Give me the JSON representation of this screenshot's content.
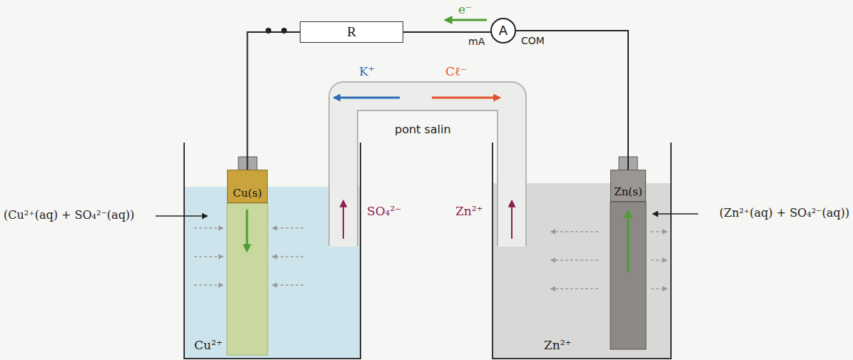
{
  "diagram": {
    "nodes": [
      {
        "text": [
          "R"
        ]
      },
      {
        "text": [
          "A"
        ]
      },
      {
        "text": [
          "Cu(s)"
        ]
      },
      {
        "text": [
          "Zn(s)"
        ]
      }
    ],
    "edges": [
      {
        "from": 2,
        "to": 0,
        "arrow": "none"
      },
      {
        "from": 0,
        "to": 1,
        "arrow": "none"
      },
      {
        "from": 1,
        "to": 3,
        "arrow": "none"
      }
    ],
    "labels": [
      "e⁻",
      "mA",
      "COM",
      "K⁺",
      "Cℓ⁻",
      "pont salin",
      "(Cu²⁺(aq) + SO₄²⁻(aq))",
      "SO₄²⁻",
      "Zn²⁺",
      "(Zn²⁺(aq) + SO₄²⁻(aq))",
      "Cu²⁺",
      "Zn²⁺"
    ]
  }
}
